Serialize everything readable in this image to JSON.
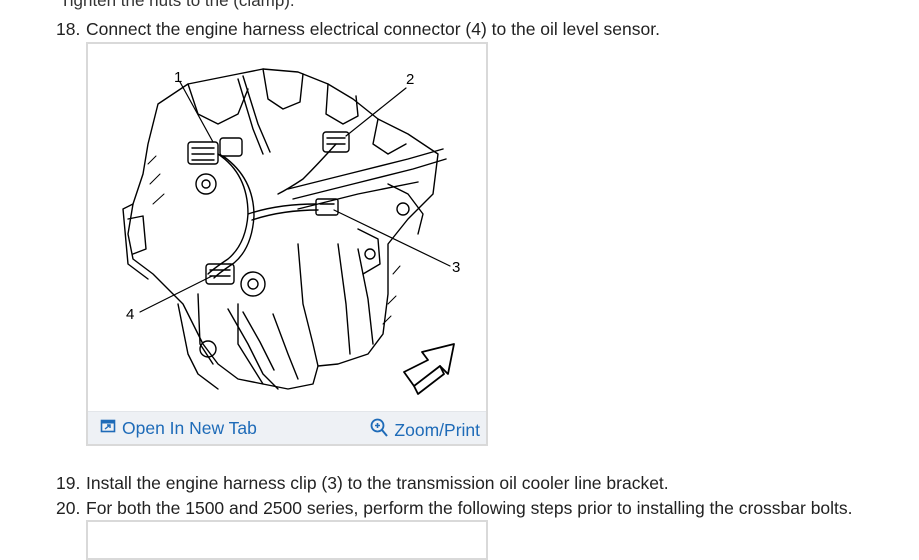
{
  "top_partial_text": "Tighten the nuts to the (clamp).",
  "steps": [
    {
      "number": "18.",
      "text": "Connect the engine harness electrical connector (4) to the oil level sensor."
    },
    {
      "number": "19.",
      "text": "Install the engine harness clip (3) to the transmission oil cooler line bracket."
    },
    {
      "number": "20.",
      "text": "For both the 1500 and 2500 series, perform the following steps prior to installing the crossbar bolts."
    }
  ],
  "figure": {
    "callouts": [
      "1",
      "2",
      "3",
      "4"
    ],
    "open_label": "Open In New Tab",
    "zoom_label": "Zoom/Print",
    "open_icon": "open-in-new-tab-icon",
    "zoom_icon": "magnifier-plus-icon",
    "link_color": "#1e6bb8",
    "bar_color": "#eef1f5"
  }
}
